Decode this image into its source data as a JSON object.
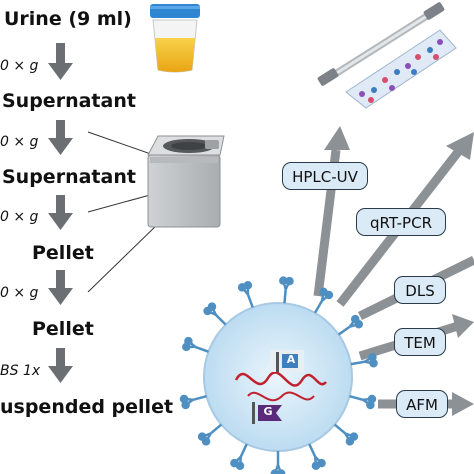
{
  "steps": [
    {
      "label": "Urine (9 ml)"
    },
    {
      "label": "Supernatant"
    },
    {
      "label": "Supernatant"
    },
    {
      "label": "Pellet"
    },
    {
      "label": "Pellet"
    },
    {
      "label": "uspended pellet"
    }
  ],
  "conditions": [
    "0 × g",
    "0 × g",
    "0 × g",
    "0 × g",
    "BS 1x"
  ],
  "methods": [
    "HPLC-UV",
    "qRT-PCR",
    "DLS",
    "TEM",
    "AFM"
  ],
  "particle_badges": [
    "A",
    "G"
  ],
  "colors": {
    "arrow": "#6b6f73",
    "box_fill": "#dbeaf7",
    "particle": "#cfe6f6",
    "ligand": "#4f8fc1",
    "rna": "#c0222f",
    "urine": "#f0b51b",
    "cap": "#2f86d3"
  }
}
